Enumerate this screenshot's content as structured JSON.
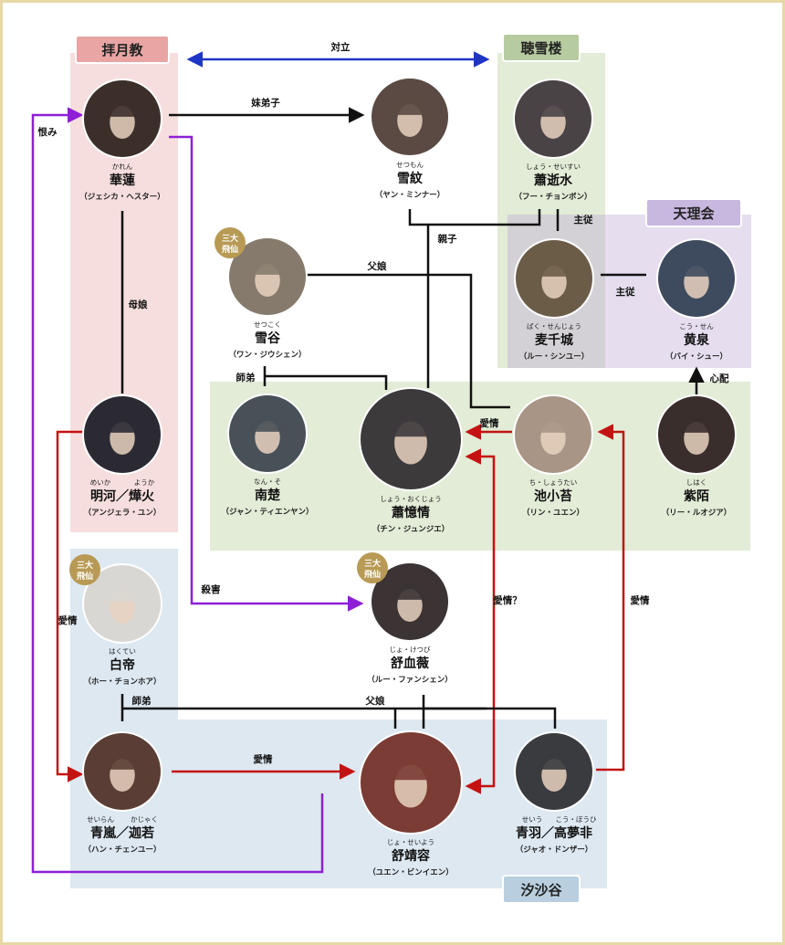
{
  "colors": {
    "black": "#111111",
    "red": "#c41212",
    "purple": "#8e1fd6",
    "blue": "#1f35c8",
    "gold": "#b89a55"
  },
  "groups": [
    {
      "id": "haigetsu",
      "name": "拝月教",
      "color": "#f7dede",
      "tab": "#e9a4a4"
    },
    {
      "id": "choseturo",
      "name": "聴雪楼",
      "color": "#e2ecd6",
      "tab": "#b7cba0"
    },
    {
      "id": "tenrikai",
      "name": "天理会",
      "color": "#e6ddef",
      "tab": "#c8b7df"
    },
    {
      "id": "sekusaya",
      "name": "汐沙谷",
      "color": "#dde8f1",
      "tab": "#b9cfe0"
    }
  ],
  "badge_text": [
    "三大",
    "飛仙"
  ],
  "people": [
    {
      "id": "karen",
      "ruby": "かれん",
      "name": "華蓮",
      "actor": "（ジェシカ・ヘスター）",
      "portrait_color": "#3c2f2a"
    },
    {
      "id": "setsumon",
      "ruby": "せつもん",
      "name": "雪紋",
      "actor": "（ヤン・ミンナー）",
      "portrait_color": "#5a4a43"
    },
    {
      "id": "shosei",
      "ruby": "しょう・せいすい",
      "name": "蕭逝水",
      "actor": "（フー・チョンボン）",
      "portrait_color": "#4a4346"
    },
    {
      "id": "setsukoku",
      "ruby": "せつこく",
      "name": "雪谷",
      "actor": "（ワン・ジウシェン）",
      "portrait_color": "#857a6c"
    },
    {
      "id": "baku",
      "ruby": "ばく・せんじょう",
      "name": "麦千城",
      "actor": "（ルー・シンユー）",
      "portrait_color": "#6b5c48"
    },
    {
      "id": "kosen",
      "ruby": "こう・せん",
      "name": "黄泉",
      "actor": "（バイ・シュー）",
      "portrait_color": "#3e4a5e"
    },
    {
      "id": "meika",
      "ruby_a": "めいか",
      "ruby_b": "ようか",
      "name": "明河／燁火",
      "actor": "（アンジェラ・ユン）",
      "portrait_color": "#2b2a33"
    },
    {
      "id": "nanso",
      "ruby": "なん・そ",
      "name": "南楚",
      "actor": "（ジャン・ティエンヤン）",
      "portrait_color": "#485058"
    },
    {
      "id": "shookujo",
      "ruby": "しょう・おくじょう",
      "name": "蕭憶情",
      "actor": "（チン・ジュンジエ）",
      "portrait_color": "#3d3a3c"
    },
    {
      "id": "chi",
      "ruby": "ち・しょうたい",
      "name": "池小苔",
      "actor": "（リン・ユエン）",
      "portrait_color": "#a99586"
    },
    {
      "id": "shihaku",
      "ruby": "しはく",
      "name": "紫陌",
      "actor": "（リー・ルオジア）",
      "portrait_color": "#3a2e2c"
    },
    {
      "id": "hakutei",
      "ruby": "はくてい",
      "name": "白帝",
      "actor": "（ホー・チョンホア）",
      "portrait_color": "#d9d7d3"
    },
    {
      "id": "jo",
      "ruby": "じょ・けつび",
      "name": "舒血薇",
      "actor": "（ルー・ファンシェン）",
      "portrait_color": "#3b3334"
    },
    {
      "id": "seiran",
      "ruby_a": "せいらん",
      "ruby_b": "かじゃく",
      "name": "青嵐／迦若",
      "actor": "（ハン・チェンユー）",
      "portrait_color": "#5a3e35"
    },
    {
      "id": "joseiyo",
      "ruby": "じょ・せいよう",
      "name": "舒靖容",
      "actor": "（ユエン・ビンイエン）",
      "portrait_color": "#7a3c34"
    },
    {
      "id": "seiu",
      "ruby_a": "せいう",
      "ruby_b": "こう・ぼうひ",
      "name": "青羽／高夢非",
      "actor": "（ジャオ・ドンザー）",
      "portrait_color": "#3a3b3f"
    }
  ],
  "relations": {
    "tairitsu": "対立",
    "maitei": "妹弟子",
    "urami": "恨み",
    "bojo": "母娘",
    "oyako": "親子",
    "fujo1": "父娘",
    "shuju1": "主従",
    "shuju2": "主従",
    "shitei1": "師弟",
    "aijo_chi": "愛情",
    "shinpai": "心配",
    "satsugai": "殺害",
    "aijo_q": "愛情？",
    "aijo_right": "愛情",
    "aijo_left": "愛情",
    "shitei2": "師弟",
    "fujo2": "父娘",
    "aijo_seiran": "愛情"
  }
}
